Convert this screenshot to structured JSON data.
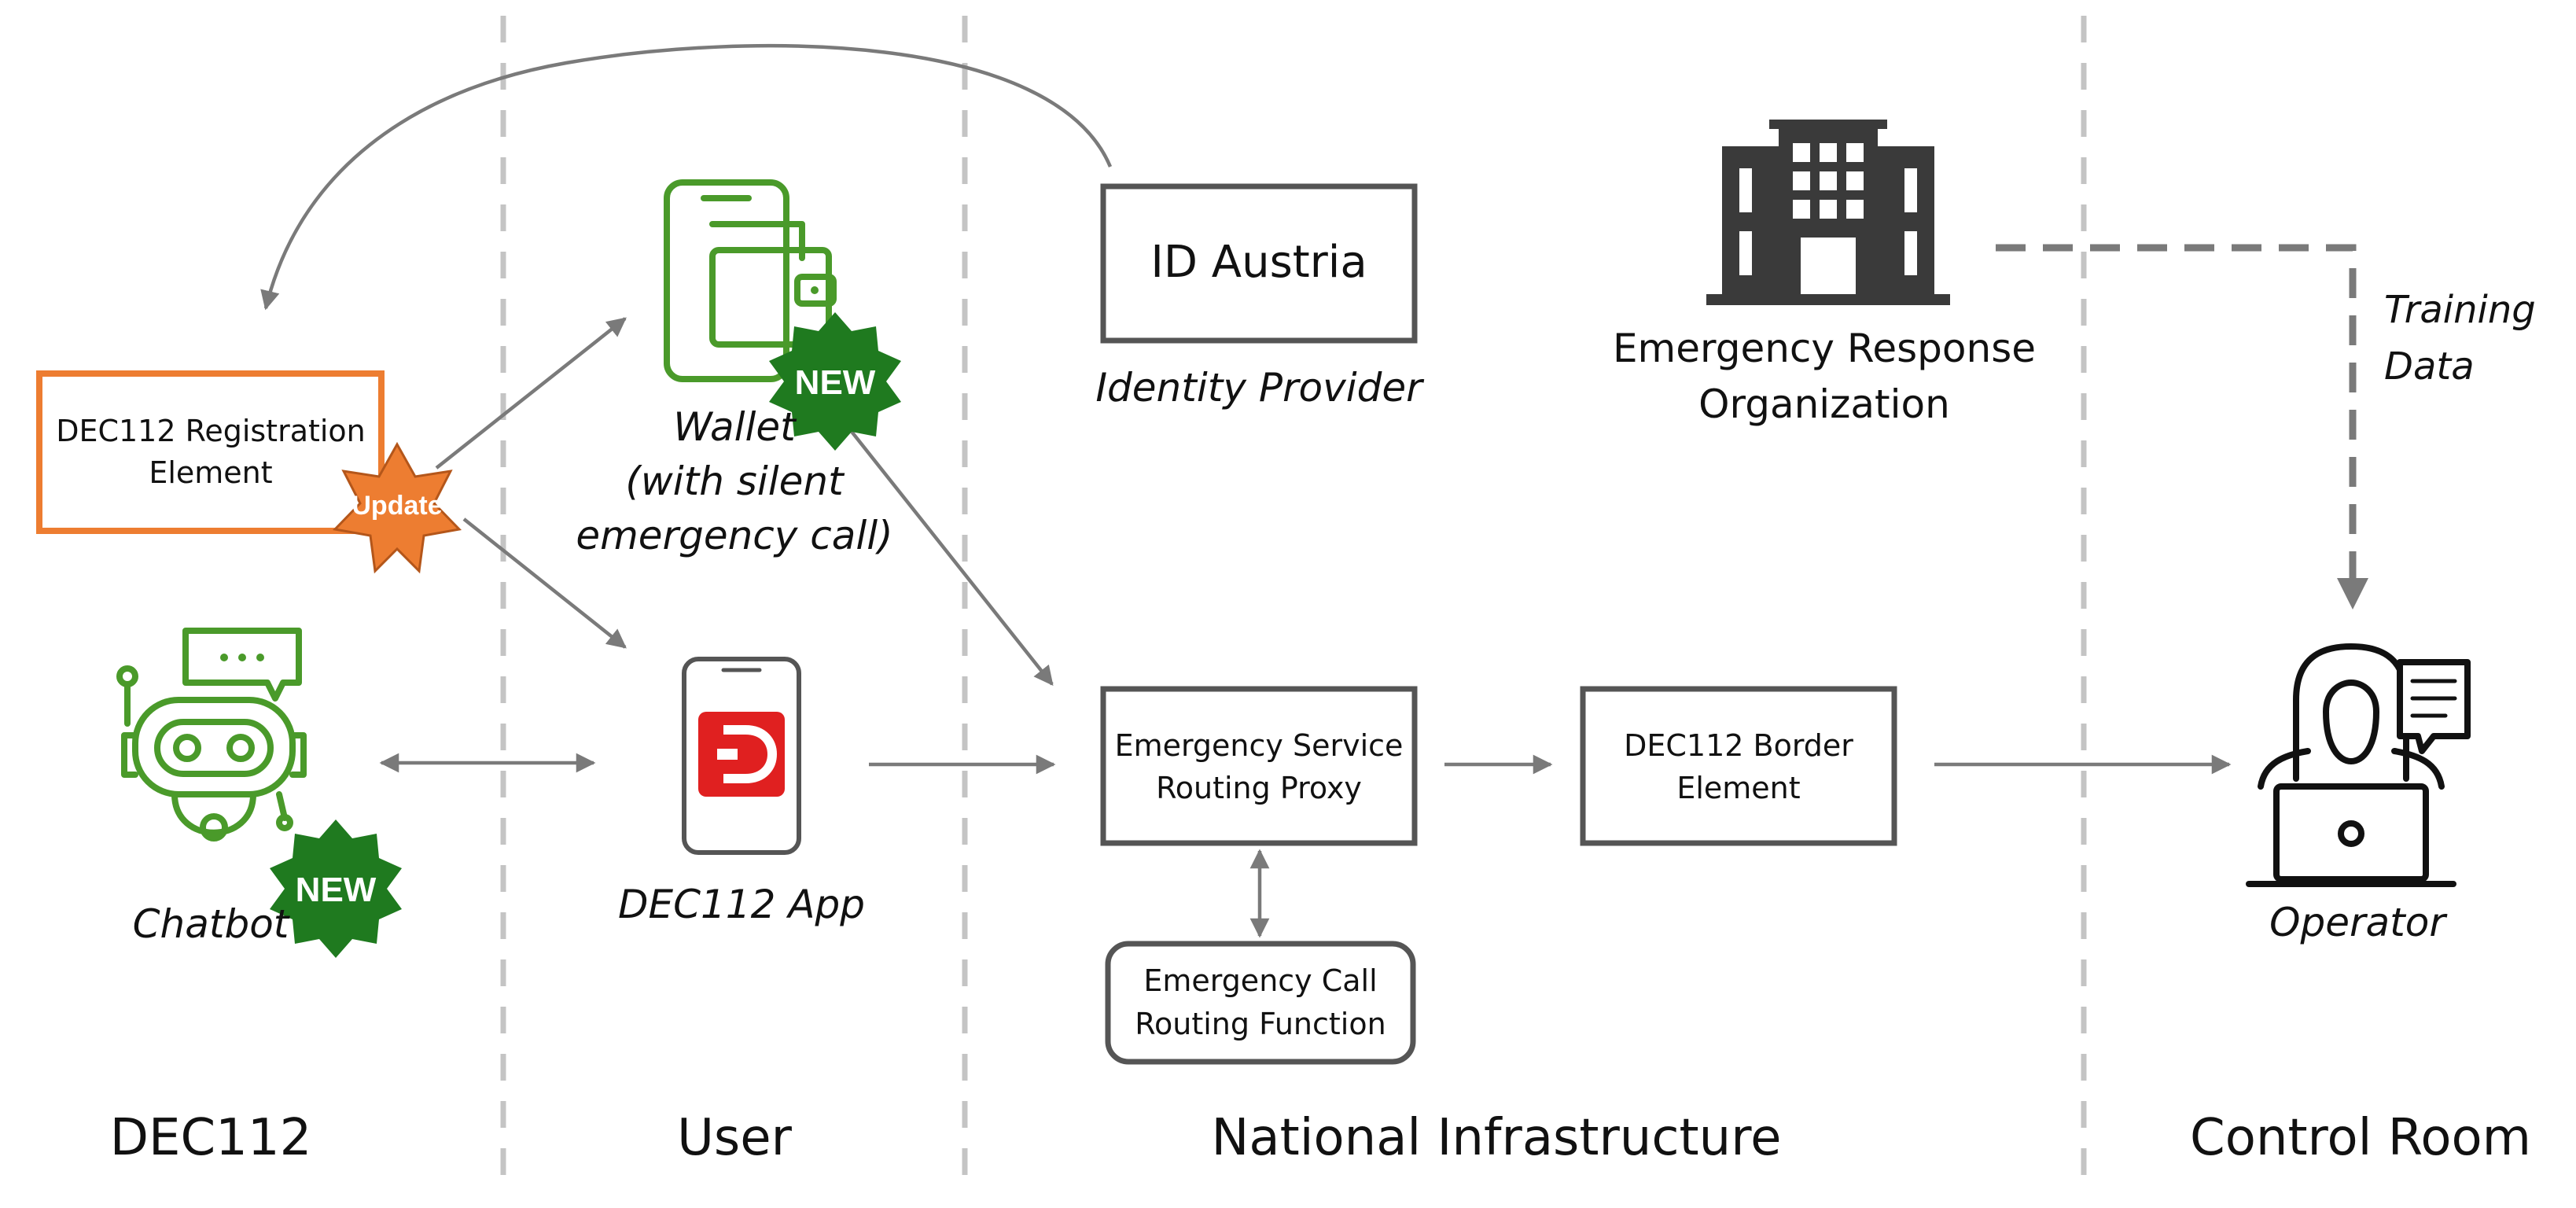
{
  "columns": {
    "dec112": "DEC112",
    "user": "User",
    "national_infrastructure": "National Infrastructure",
    "control_room": "Control Room"
  },
  "nodes": {
    "registration": {
      "line1": "DEC112 Registration",
      "line2": "Element",
      "badge": "Update"
    },
    "chatbot": {
      "label": "Chatbot",
      "badge": "NEW"
    },
    "wallet": {
      "line1": "Wallet",
      "line2": "(with silent",
      "line3": "emergency call)",
      "badge": "NEW"
    },
    "app": {
      "label": "DEC112 App"
    },
    "id_austria": {
      "label": "ID Austria",
      "caption": "Identity Provider"
    },
    "esrp": {
      "line1": "Emergency Service",
      "line2": "Routing Proxy"
    },
    "ecrf": {
      "line1": "Emergency Call",
      "line2": "Routing Function"
    },
    "border": {
      "line1": "DEC112 Border",
      "line2": "Element"
    },
    "ero": {
      "line1": "Emergency Response",
      "line2": "Organization"
    },
    "training": {
      "line1": "Training",
      "line2": "Data"
    },
    "operator": {
      "label": "Operator"
    }
  },
  "colors": {
    "accent_orange": "#ed7d31",
    "new_badge_green": "#1f7a1f",
    "icon_green": "#4a9a2a",
    "app_red": "#e02020",
    "box_stroke": "#555555",
    "arrow_gray": "#7a7a7a",
    "divider_gray": "#c4c4c4"
  },
  "icons": {
    "chatbot": "robot-chat-icon",
    "wallet": "phone-wallet-icon",
    "app": "smartphone-app-icon",
    "ero": "office-building-icon",
    "operator": "operator-laptop-icon"
  }
}
